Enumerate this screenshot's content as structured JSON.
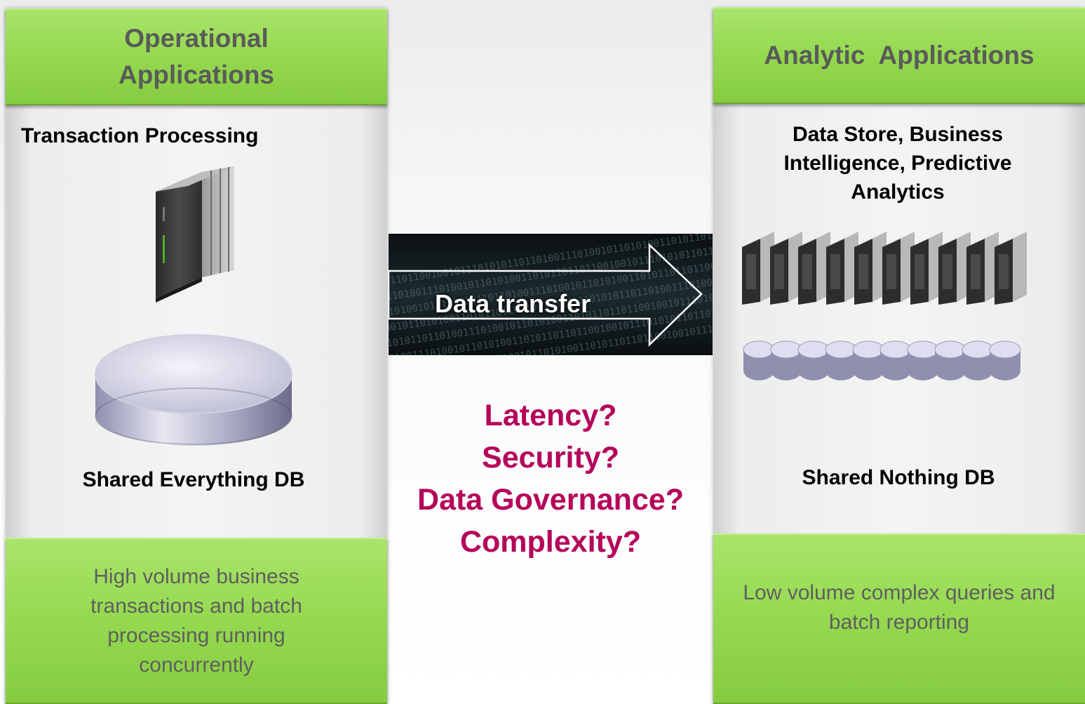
{
  "left": {
    "header": "Operational Applications",
    "section_title": "Transaction Processing",
    "db_label": "Shared Everything DB",
    "description": "High volume business transactions and batch processing running concurrently",
    "icons": [
      "server-rack-icon",
      "database-disk-icon"
    ]
  },
  "right": {
    "header": "Analytic  Applications",
    "section_title": "Data Store, Business Intelligence, Predictive Analytics",
    "db_label": "Shared Nothing DB",
    "description": "Low volume complex queries and batch reporting",
    "icons": [
      "server-cluster-icon",
      "database-cluster-icon"
    ]
  },
  "center": {
    "transfer_label": "Data transfer",
    "questions": [
      "Latency?",
      "Security?",
      "Data Governance?",
      "Complexity?"
    ],
    "binary_background": "101101100100101110101011011010011101001011010100110101"
  },
  "colors": {
    "green_box": "#94d94f",
    "header_text": "#5a5a5a",
    "question_text": "#b5005a",
    "panel": "#ededed"
  }
}
